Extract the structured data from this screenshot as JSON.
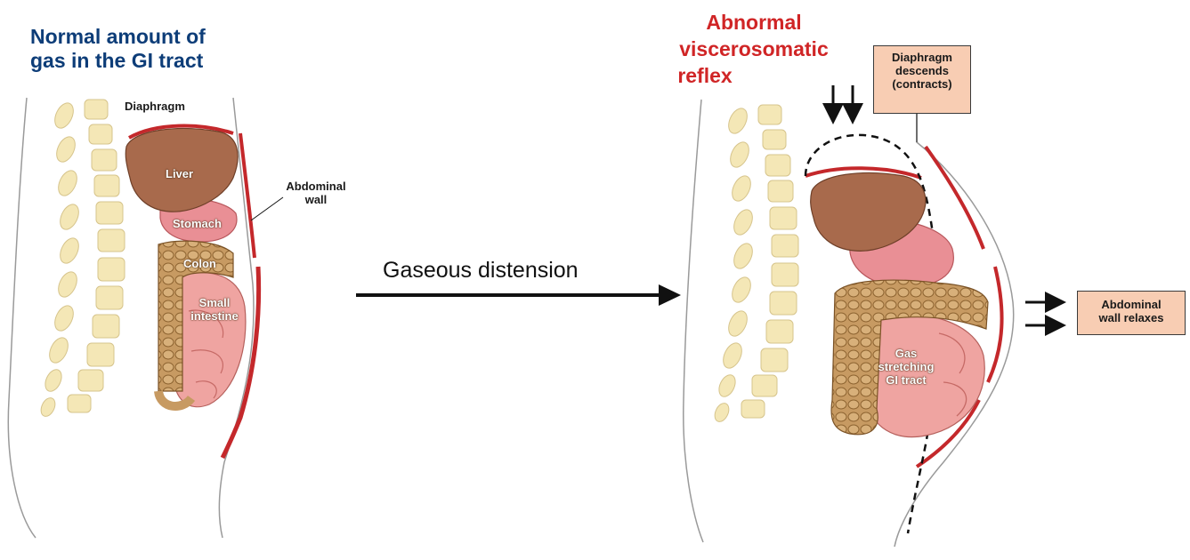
{
  "left_panel": {
    "title_line1": "Normal amount of",
    "title_line2": "gas in the GI tract",
    "labels": {
      "diaphragm": "Diaphragm",
      "liver": "Liver",
      "stomach": "Stomach",
      "colon": "Colon",
      "small_intestine_line1": "Small",
      "small_intestine_line2": "intestine",
      "abdominal_wall_line1": "Abdominal",
      "abdominal_wall_line2": "wall"
    }
  },
  "transition": {
    "label": "Gaseous distension"
  },
  "right_panel": {
    "title_line1": "Abnormal",
    "title_line2": "viscerosomatic",
    "title_line3": "reflex",
    "diaphragm_box": {
      "line1": "Diaphragm",
      "line2": "descends",
      "line3": "(contracts)"
    },
    "abdominal_box": {
      "line1": "Abdominal",
      "line2": "wall relaxes"
    },
    "gas_label": {
      "line1": "Gas",
      "line2": "stretching",
      "line3": "GI tract"
    }
  },
  "colors": {
    "title_left": "#0d3d78",
    "title_right": "#d02526",
    "muscle": "#c4282b",
    "liver": "#a86a4c",
    "stomach": "#e98f95",
    "colon": "#c79a62",
    "intestine": "#efa4a1",
    "bone": "#f4e7b6",
    "label_box": "#f8cdb3"
  }
}
